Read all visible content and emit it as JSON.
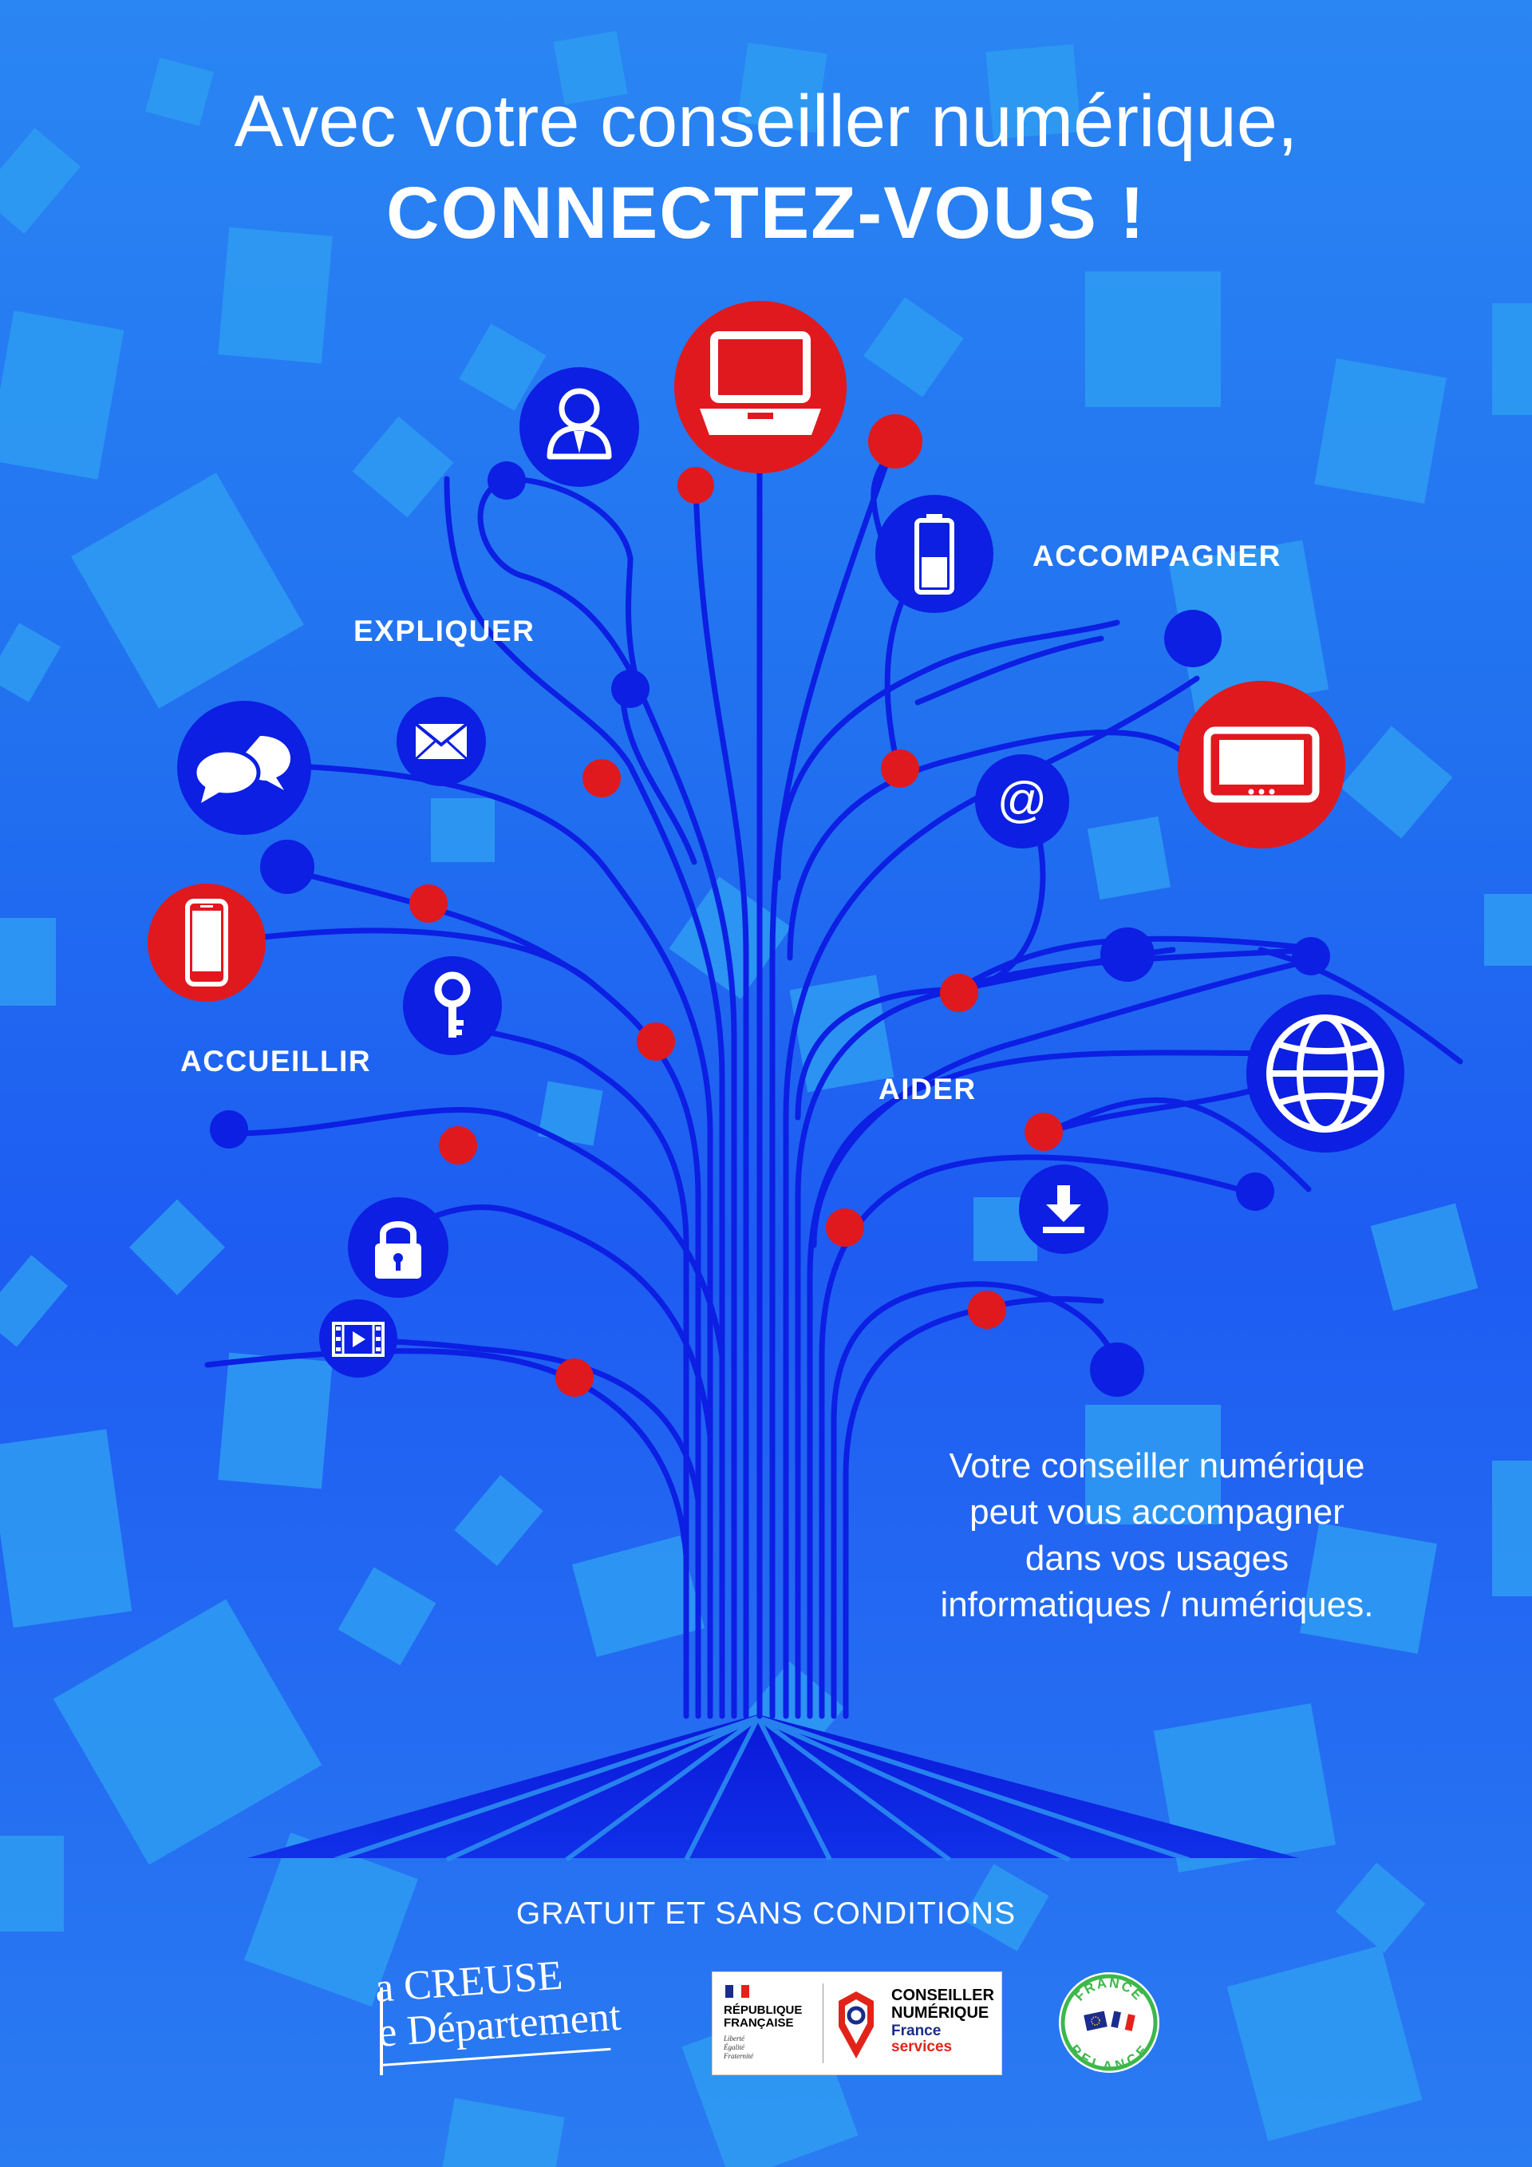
{
  "headline": {
    "line1": "Avec votre conseiller numérique,",
    "line2": "CONNECTEZ-VOUS !"
  },
  "verbs": {
    "expliquer": "EXPLIQUER",
    "accompagner": "ACCOMPAGNER",
    "accueillir": "ACCUEILLIR",
    "aider": "AIDER"
  },
  "body_text": [
    "Votre conseiller numérique",
    "peut vous accompagner",
    "dans vos usages",
    "informatiques / numériques."
  ],
  "footer_text": "GRATUIT ET SANS CONDITIONS",
  "logos": {
    "creuse": {
      "line1": "a CREUSE",
      "line2": "e Département"
    },
    "republique": {
      "line1": "RÉPUBLIQUE",
      "line2": "FRANÇAISE",
      "motto": [
        "Liberté",
        "Égalité",
        "Fraternité"
      ]
    },
    "conseiller": {
      "line1": "CONSEILLER",
      "line2": "NUMÉRIQUE",
      "line3": "France",
      "line4": "services"
    },
    "relance": {
      "top": "FRANCE",
      "bottom": "RELANCE"
    }
  },
  "colors": {
    "background": "#2170f0",
    "tree": "#0c1fe3",
    "node_red": "#e0191e",
    "node_blue": "#1120d8",
    "square": "#2f9cf3",
    "text": "#ffffff"
  },
  "icons": {
    "laptop": "laptop-icon",
    "user": "user-icon",
    "battery": "battery-icon",
    "tablet": "tablet-icon",
    "chat": "chat-bubbles-icon",
    "mail": "envelope-icon",
    "at": "at-sign-icon",
    "phone": "smartphone-icon",
    "key": "key-icon",
    "globe": "globe-icon",
    "lock": "padlock-icon",
    "download": "download-icon",
    "video": "film-icon"
  }
}
